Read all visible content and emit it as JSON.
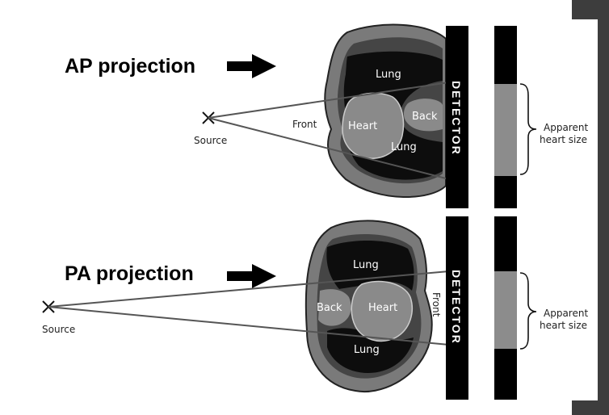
{
  "ap": {
    "title": "AP projection",
    "source_label": "Source",
    "front_label": "Front",
    "back_label": "Back",
    "heart_label": "Heart",
    "lung_labels": [
      "Lung",
      "Lung"
    ],
    "detector_label": "DETECTOR",
    "apparent_label": [
      "Apparent",
      "heart size"
    ]
  },
  "pa": {
    "title": "PA projection",
    "source_label": "Source",
    "front_label": "Front",
    "back_label": "Back",
    "heart_label": "Heart",
    "lung_labels": [
      "Lung",
      "Lung"
    ],
    "detector_label": "DETECTOR",
    "apparent_label": [
      "Apparent",
      "heart size"
    ]
  },
  "colors": {
    "body_outer": "#7a7a7a",
    "body_inner": "#454545",
    "lung": "#0d0d0d",
    "heart": "#8a8a8a",
    "detector": "#000000",
    "film_exposed": "#8c8c8c",
    "page_edge": "#3d3d3d"
  }
}
